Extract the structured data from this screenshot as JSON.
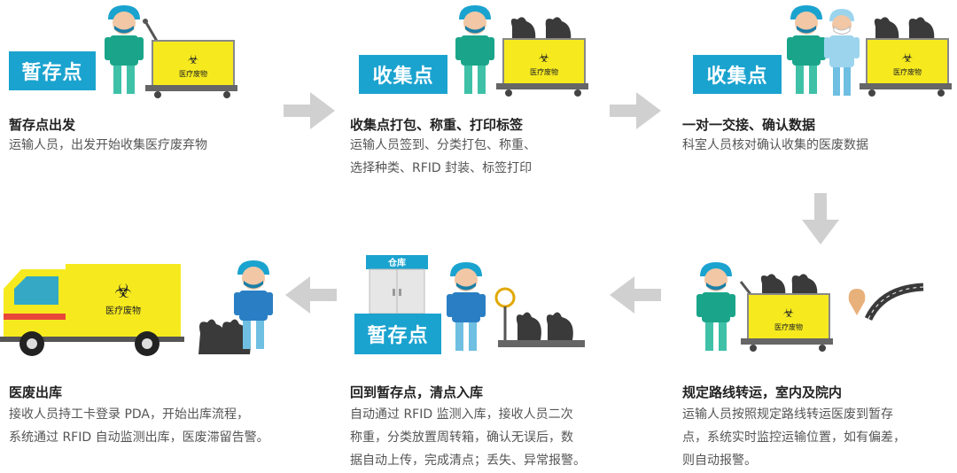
{
  "steps": [
    {
      "title": "暂存点出发",
      "tag": "暂存点",
      "lines": [
        "运输人员，出发开始收集医疗废弃物"
      ]
    },
    {
      "title": "收集点打包、称重、打印标签",
      "tag": "收集点",
      "lines": [
        "运输人员签到、分类打包、称重、",
        "选择种类、RFID 封装、标签打印"
      ]
    },
    {
      "title": "一对一交接、确认数据",
      "tag": "收集点",
      "lines": [
        "科室人员核对确认收集的医废数据"
      ]
    },
    {
      "title": "规定路线转运，室内及院内",
      "lines": [
        "运输人员按照规定路线转运医废到暂存",
        "点，系统实时监控运输位置，如有偏差，",
        "则自动报警。"
      ]
    },
    {
      "title": "回到暂存点，清点入库",
      "tag": "暂存点",
      "store_label": "仓库",
      "lines": [
        "自动通过 RFID 监测入库，接收人员二次",
        "称重，分类放置周转箱，确认无误后，数",
        "据自动上传，完成清点；丢失、异常报警。"
      ]
    },
    {
      "title": "医废出库",
      "lines": [
        "接收人员持工卡登录 PDA，开始出库流程，",
        "系统通过 RFID 自动监测出库，医废滞留告警。"
      ]
    }
  ],
  "cart_label": "医疗废物",
  "icons": [
    "worker-icon",
    "medical-waste-cart-icon",
    "biohazard-icon",
    "garbage-bag-icon",
    "arrow-right-icon",
    "arrow-down-icon",
    "arrow-left-icon",
    "warehouse-icon",
    "scale-icon",
    "truck-icon",
    "route-icon",
    "location-pin-icon"
  ],
  "colors": {
    "accent": "#1ba3cf",
    "cart": "#f6ea1f",
    "worker_shirt": "#1aa58a",
    "arrow": "#d0d0d0",
    "bag": "#3a3a3a"
  }
}
